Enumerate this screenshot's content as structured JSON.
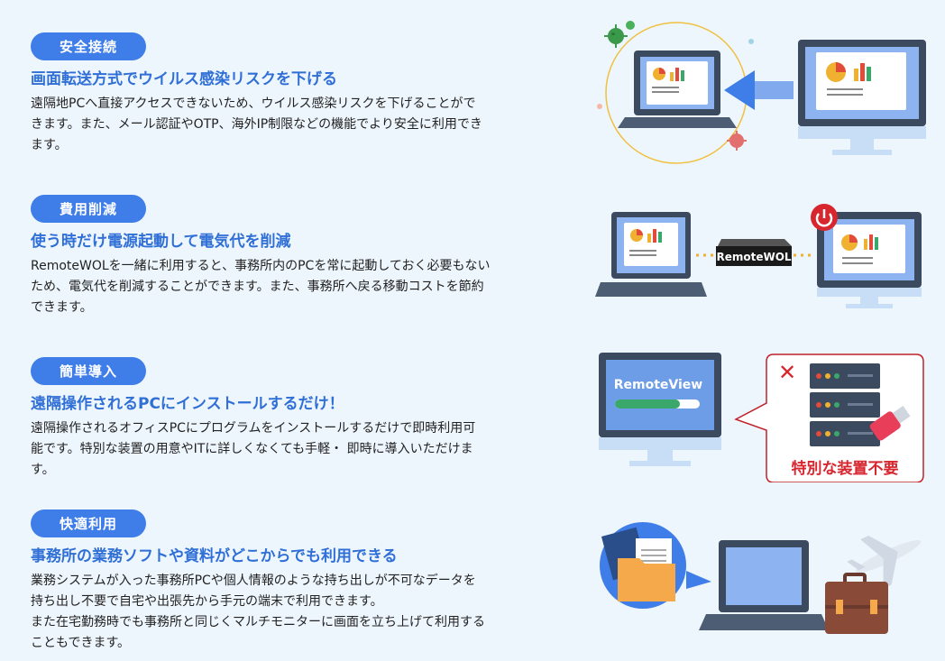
{
  "features": [
    {
      "badge": "安全接続",
      "title": "画面転送方式でウイルス感染リスクを下げる",
      "body": [
        "遠隔地PCへ直接アクセスできないため、ウイルス感染リスクを下げることがで",
        "きます。また、メール認証やOTP、海外IP制限などの機能でより安全に利用でき",
        "ます。"
      ]
    },
    {
      "badge": "費用削減",
      "title": "使う時だけ電源起動して電気代を削減",
      "body": [
        "RemoteWOLを一緒に利用すると、事務所内のPCを常に起動しておく必要もない",
        "ため、電気代を削減することができます。また、事務所へ戻る移動コストを節約",
        "できます。"
      ]
    },
    {
      "badge": "簡単導入",
      "title": "遠隔操作されるPCにインストールするだけ！",
      "body": [
        "遠隔操作されるオフィスPCにプログラムをインストールするだけで即時利用可",
        "能です。特別な装置の用意やITに詳しくなくても手軽・ 即時に導入いただけま",
        "す。"
      ]
    },
    {
      "badge": "快適利用",
      "title": "事務所の業務ソフトや資料がどこからでも利用できる",
      "body": [
        "業務システムが入った事務所PCや個人情報のような持ち出しが不可なデータを",
        "持ち出し不要で自宅や出張先から手元の端末で利用できます。",
        "また在宅勤務時でも事務所と同じくマルチモニターに画面を立ち上げて利用する",
        "こともできます。"
      ]
    }
  ],
  "illustrations": {
    "wol_device_label": "RemoteWOL",
    "remoteview_label": "RemoteView",
    "no_device_label": "特別な装置不要",
    "x_mark": "✕"
  },
  "colors": {
    "badge": "#3f7ee8",
    "title": "#2f6fd6",
    "background": "#eef6fd",
    "alert_red": "#d8262e"
  }
}
